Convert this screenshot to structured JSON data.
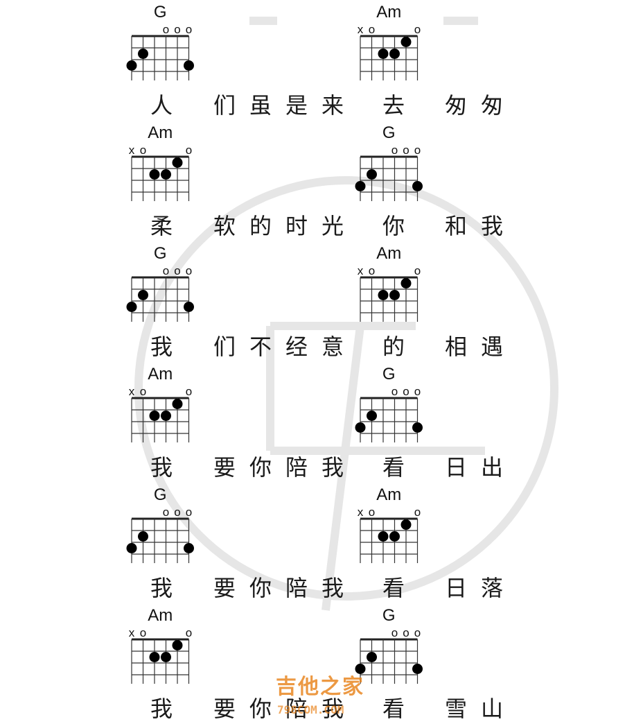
{
  "chords": {
    "G": {
      "name": "G",
      "markers": [
        "",
        "",
        "",
        "o",
        "o",
        "o"
      ],
      "dots": [
        [
          2,
          2
        ],
        [
          3,
          1
        ],
        [
          3,
          6
        ]
      ]
    },
    "Am": {
      "name": "Am",
      "markers": [
        "x",
        "o",
        "",
        "",
        "",
        "o"
      ],
      "dots": [
        [
          1,
          5
        ],
        [
          2,
          3
        ],
        [
          2,
          4
        ]
      ]
    }
  },
  "rows": [
    {
      "left_chord": "G",
      "right_chord": "Am",
      "lyrics": [
        "人",
        "们",
        "虽",
        "是",
        "来",
        "去",
        "匆",
        "匆"
      ]
    },
    {
      "left_chord": "Am",
      "right_chord": "G",
      "lyrics": [
        "柔",
        "软",
        "的",
        "时",
        "光",
        "你",
        "和",
        "我"
      ]
    },
    {
      "left_chord": "G",
      "right_chord": "Am",
      "lyrics": [
        "我",
        "们",
        "不",
        "经",
        "意",
        "的",
        "相",
        "遇"
      ]
    },
    {
      "left_chord": "Am",
      "right_chord": "G",
      "lyrics": [
        "我",
        "要",
        "你",
        "陪",
        "我",
        "看",
        "日",
        "出"
      ]
    },
    {
      "left_chord": "G",
      "right_chord": "Am",
      "lyrics": [
        "我",
        "要",
        "你",
        "陪",
        "我",
        "看",
        "日",
        "落"
      ]
    },
    {
      "left_chord": "Am",
      "right_chord": "G",
      "lyrics": [
        "我",
        "要",
        "你",
        "陪",
        "我",
        "看",
        "雪",
        "山"
      ]
    }
  ],
  "watermark": {
    "title": "吉他之家",
    "url": "798COM.COM",
    "color": "#e8821a"
  }
}
